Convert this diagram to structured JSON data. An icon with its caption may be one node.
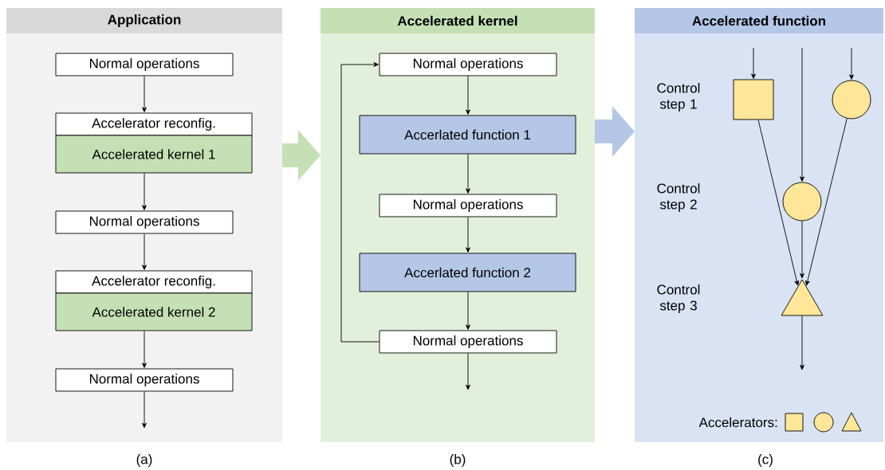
{
  "diagram": {
    "nodes": [
      {
        "text": [
          "Application"
        ]
      },
      {
        "text": [
          "Normal operations"
        ],
        "in": 0
      },
      {
        "text": [
          "Accelerator reconfig."
        ],
        "in": 0
      },
      {
        "text": [
          "Accelerated kernel 1"
        ],
        "in": 0
      },
      {
        "text": [
          "Normal operations"
        ],
        "in": 0
      },
      {
        "text": [
          "Accelerator reconfig."
        ],
        "in": 0
      },
      {
        "text": [
          "Accelerated kernel 2"
        ],
        "in": 0
      },
      {
        "text": [
          "Normal operations"
        ],
        "in": 0
      },
      {
        "text": [
          "Accelerated kernel"
        ]
      },
      {
        "text": [
          "Normal operations"
        ],
        "in": 8
      },
      {
        "text": [
          "Accerlated function 1"
        ],
        "in": 8
      },
      {
        "text": [
          "Normal operations"
        ],
        "in": 8
      },
      {
        "text": [
          "Accerlated function 2"
        ],
        "in": 8
      },
      {
        "text": [
          "Normal operations"
        ],
        "in": 8
      },
      {
        "text": [
          "Accelerated function"
        ]
      },
      {
        "text": [],
        "shape": "box",
        "in": 14
      },
      {
        "text": [],
        "shape": "circle",
        "in": 14
      },
      {
        "text": [],
        "shape": "circle",
        "in": 14
      },
      {
        "text": [],
        "shape": "triangle",
        "in": 14
      }
    ],
    "edges": [
      {
        "from": 1,
        "to": 2,
        "arrow": "to"
      },
      {
        "from": 3,
        "to": 4,
        "arrow": "to"
      },
      {
        "from": 4,
        "to": 5,
        "arrow": "to"
      },
      {
        "from": 6,
        "to": 7,
        "arrow": "to"
      },
      {
        "from": 7,
        "to": null,
        "arrow": "to"
      },
      {
        "from": 0,
        "to": 8,
        "arrow": "to",
        "style": "thick",
        "color": "#c5e0b4"
      },
      {
        "from": 9,
        "to": 10,
        "arrow": "to"
      },
      {
        "from": 10,
        "to": 11,
        "arrow": "to"
      },
      {
        "from": 11,
        "to": 12,
        "arrow": "to"
      },
      {
        "from": 12,
        "to": 13,
        "arrow": "to"
      },
      {
        "from": 13,
        "to": 9,
        "arrow": "to"
      },
      {
        "from": 13,
        "to": null,
        "arrow": "to"
      },
      {
        "from": 8,
        "to": 14,
        "arrow": "to",
        "style": "thick",
        "color": "#b4c7e7"
      },
      {
        "from": null,
        "to": 15,
        "arrow": "to"
      },
      {
        "from": null,
        "to": 17,
        "arrow": "to"
      },
      {
        "from": null,
        "to": 16,
        "arrow": "to"
      },
      {
        "from": 15,
        "to": 18,
        "arrow": "to"
      },
      {
        "from": 17,
        "to": 18,
        "arrow": "to"
      },
      {
        "from": 16,
        "to": 18,
        "arrow": "to"
      },
      {
        "from": 18,
        "to": null,
        "arrow": "to"
      }
    ],
    "labels": [
      "Control step 1",
      "Control step 2",
      "Control step 3",
      "Accelerators:",
      "(a)",
      "(b)",
      "(c)"
    ]
  }
}
